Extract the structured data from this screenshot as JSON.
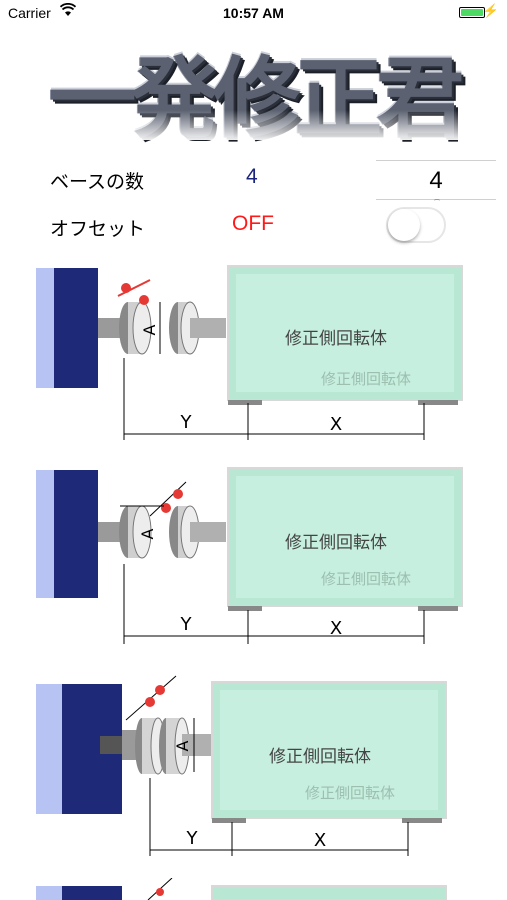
{
  "status_bar": {
    "carrier": "Carrier",
    "time": "10:57 AM",
    "battery_level": 1.0,
    "charging_icon": "bolt-icon",
    "wifi_icon": "wifi-icon"
  },
  "app": {
    "logo_text": "一発修正君"
  },
  "settings": {
    "base_count_label": "ベースの数",
    "base_count_value": "4",
    "picker_value": "4",
    "offset_label": "オフセット",
    "offset_value": "OFF",
    "offset_toggle_on": false
  },
  "diagrams": [
    {
      "body_label": "修正側回転体",
      "reflection_label": "修正側回転体",
      "dim_a": "A",
      "dim_y": "Y",
      "dim_x": "X"
    },
    {
      "body_label": "修正側回転体",
      "reflection_label": "修正側回転体",
      "dim_a": "A",
      "dim_y": "Y",
      "dim_x": "X"
    },
    {
      "body_label": "修正側回転体",
      "reflection_label": "修正側回転体",
      "dim_a": "A",
      "dim_y": "Y",
      "dim_x": "X"
    }
  ],
  "colors": {
    "offset_off": "#ff1a1a",
    "base_count": "#1a237e",
    "body_fill": "#b8e8d4",
    "motor_fill": "#1e2a78",
    "indicator": "#e53935"
  }
}
